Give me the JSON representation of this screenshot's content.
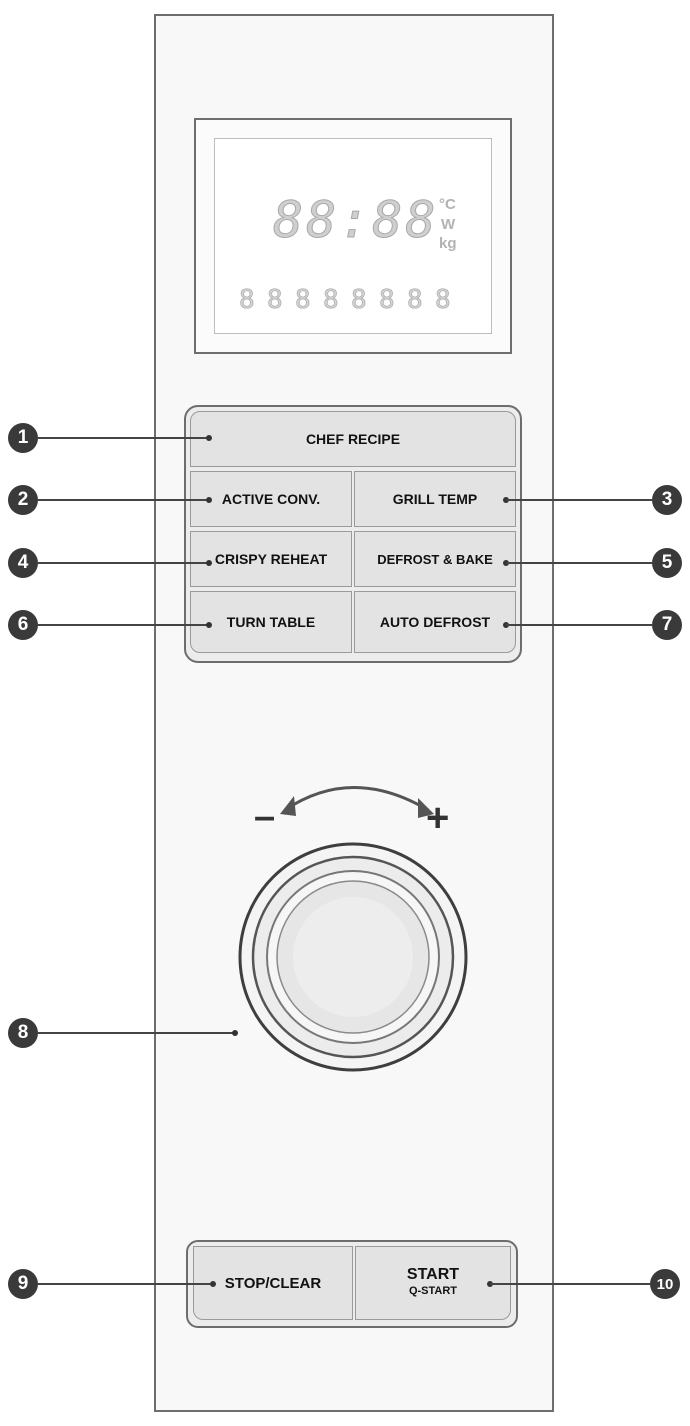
{
  "display": {
    "time_digits": "88:88",
    "units": [
      "°C",
      "W",
      "kg"
    ],
    "segments": [
      "8",
      "8",
      "8",
      "8",
      "8",
      "8",
      "8",
      "8"
    ]
  },
  "buttons": {
    "chef_recipe": "CHEF RECIPE",
    "active_conv": "ACTIVE CONV.",
    "grill_temp": "GRILL TEMP",
    "crispy_reheat": "CRISPY REHEAT",
    "defrost_bake": "DEFROST & BAKE",
    "turn_table": "TURN TABLE",
    "auto_defrost": "AUTO DEFROST",
    "stop_clear": "STOP/CLEAR",
    "start": "START",
    "q_start": "Q-START"
  },
  "dial": {
    "minus": "–",
    "plus": "+"
  },
  "callouts": [
    "1",
    "2",
    "3",
    "4",
    "5",
    "6",
    "7",
    "8",
    "9",
    "10"
  ]
}
